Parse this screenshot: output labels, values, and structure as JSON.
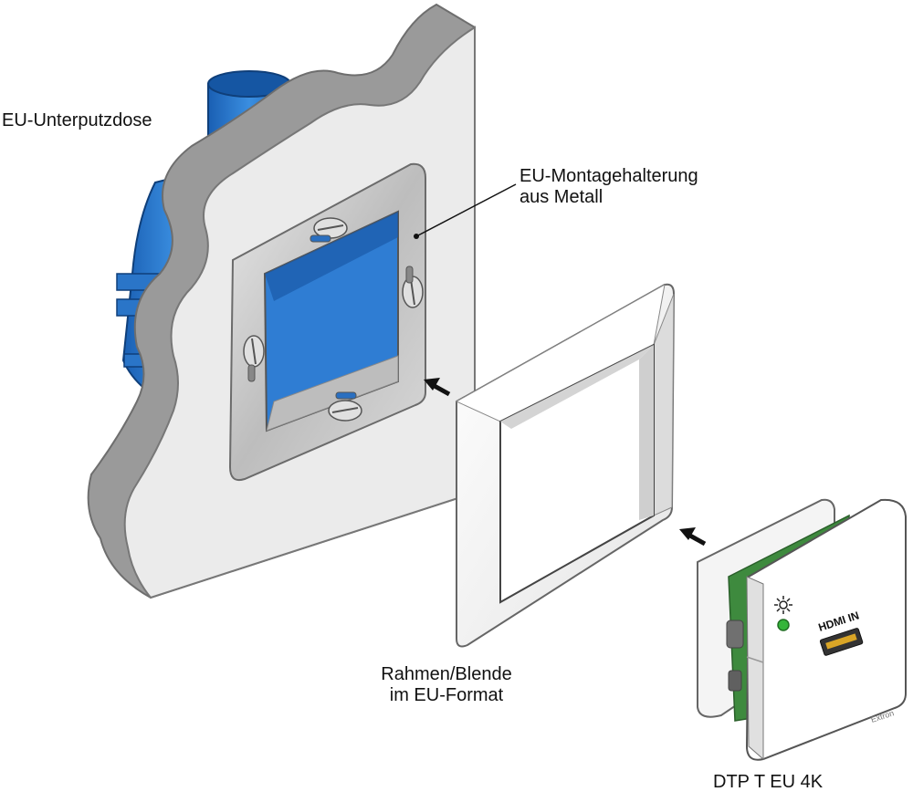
{
  "labels": {
    "box": "EU-Unterputzdose",
    "bracket_line1": "EU-Montagehalterung",
    "bracket_line2": "aus Metall",
    "frame_line1": "Rahmen/Blende",
    "frame_line2": "im EU-Format",
    "device": "DTP T EU 4K"
  },
  "device": {
    "port_label": "HDMI IN",
    "brand": "Extron"
  },
  "colors": {
    "box_blue": "#2e7fd6",
    "wall_fill": "#ebebeb",
    "wall_edge": "#8f8f8f",
    "bracket_metal": "#c9c9c9",
    "frame_white": "#f7f7f7",
    "pcb_green": "#3e8a3e",
    "led_green": "#35b53a"
  }
}
